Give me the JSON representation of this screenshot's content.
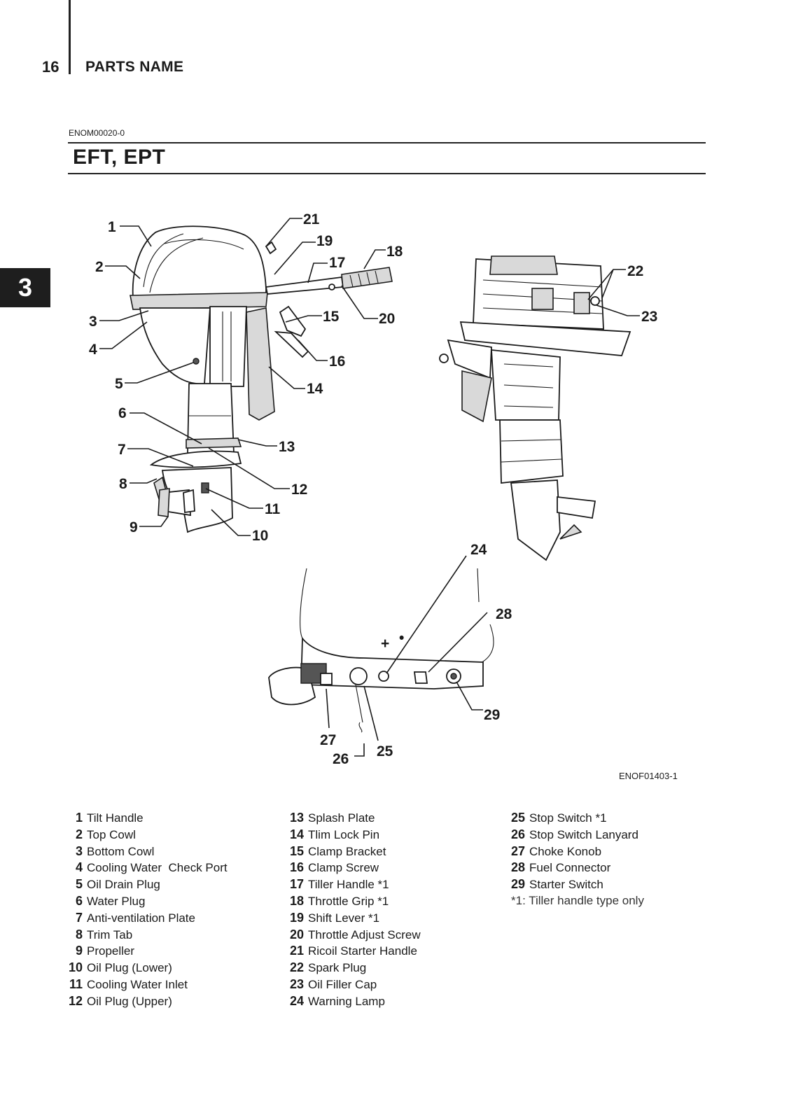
{
  "header": {
    "page_number": "16",
    "section_title": "PARTS NAME"
  },
  "chapter_tab": "3",
  "doc_code": "ENOM00020-0",
  "heading": "EFT, EPT",
  "figure": {
    "code": "ENOF01403-1",
    "callouts": [
      "1",
      "2",
      "3",
      "4",
      "5",
      "6",
      "7",
      "8",
      "9",
      "10",
      "11",
      "12",
      "13",
      "14",
      "15",
      "16",
      "17",
      "18",
      "19",
      "20",
      "21",
      "22",
      "23",
      "24",
      "25",
      "26",
      "27",
      "28",
      "29"
    ]
  },
  "parts": {
    "col1": [
      {
        "num": "1",
        "name": "Tilt Handle"
      },
      {
        "num": "2",
        "name": "Top Cowl"
      },
      {
        "num": "3",
        "name": "Bottom Cowl"
      },
      {
        "num": "4",
        "name": "Cooling Water  Check Port"
      },
      {
        "num": "5",
        "name": "Oil Drain Plug"
      },
      {
        "num": "6",
        "name": "Water Plug"
      },
      {
        "num": "7",
        "name": "Anti-ventilation Plate"
      },
      {
        "num": "8",
        "name": "Trim Tab"
      },
      {
        "num": "9",
        "name": "Propeller"
      },
      {
        "num": "10",
        "name": "Oil Plug (Lower)"
      },
      {
        "num": "11",
        "name": "Cooling Water Inlet"
      },
      {
        "num": "12",
        "name": "Oil Plug (Upper)"
      }
    ],
    "col2": [
      {
        "num": "13",
        "name": "Splash Plate"
      },
      {
        "num": "14",
        "name": "Tlim Lock Pin"
      },
      {
        "num": "15",
        "name": "Clamp Bracket"
      },
      {
        "num": "16",
        "name": "Clamp Screw"
      },
      {
        "num": "17",
        "name": "Tiller Handle *1"
      },
      {
        "num": "18",
        "name": "Throttle Grip *1"
      },
      {
        "num": "19",
        "name": "Shift Lever *1"
      },
      {
        "num": "20",
        "name": "Throttle Adjust Screw"
      },
      {
        "num": "21",
        "name": "Ricoil Starter Handle"
      },
      {
        "num": "22",
        "name": "Spark Plug"
      },
      {
        "num": "23",
        "name": "Oil Filler Cap"
      },
      {
        "num": "24",
        "name": "Warning Lamp"
      }
    ],
    "col3": [
      {
        "num": "25",
        "name": "Stop Switch *1"
      },
      {
        "num": "26",
        "name": "Stop Switch Lanyard"
      },
      {
        "num": "27",
        "name": "Choke Konob"
      },
      {
        "num": "28",
        "name": "Fuel Connector"
      },
      {
        "num": "29",
        "name": "Starter Switch"
      }
    ],
    "footnote": "*1: Tiller handle type only"
  }
}
